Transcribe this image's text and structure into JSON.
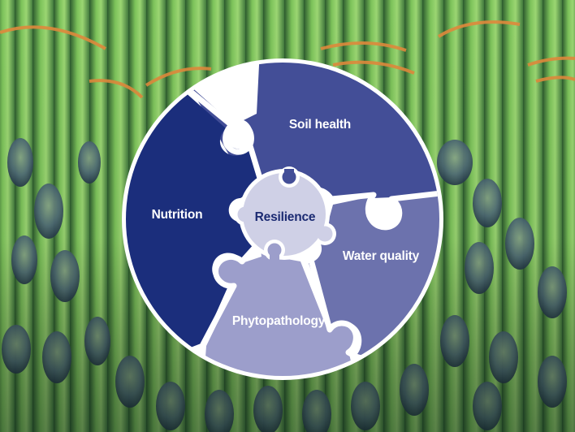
{
  "background": {
    "subject": "asparagus-bundles-photo",
    "colors": {
      "stalk_light": "#8fd06a",
      "stalk_mid": "#4f9a45",
      "stalk_dark": "#1f4a2c",
      "tip_purple": "#4e5a7e",
      "rubber_band": "#e08a3c"
    }
  },
  "diagram": {
    "type": "puzzle-circle",
    "border_color": "#ffffff",
    "center": {
      "label": "Resilience",
      "color": "#cfd0e6",
      "text_color": "#1b2a72"
    },
    "pieces": [
      {
        "id": "nutrition",
        "label": "Nutrition",
        "color": "#1b2e7c"
      },
      {
        "id": "soil-health",
        "label": "Soil health",
        "color": "#434e97"
      },
      {
        "id": "water-quality",
        "label": "Water quality",
        "color": "#6c72ad"
      },
      {
        "id": "phytopathology",
        "label": "Phytopathology",
        "color": "#9c9ecb"
      }
    ]
  }
}
